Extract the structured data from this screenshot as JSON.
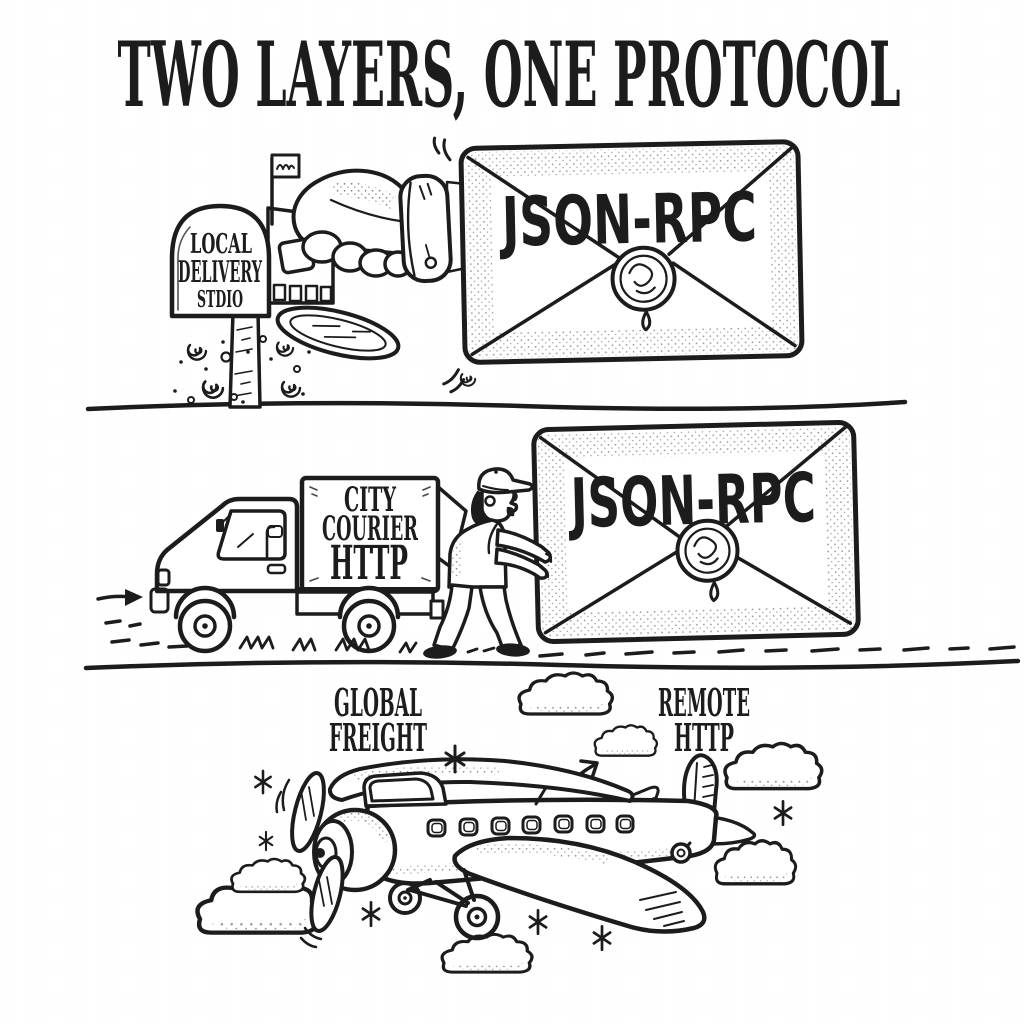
{
  "title": "TWO LAYERS, ONE PROTOCOL",
  "colors": {
    "ink": "#1c1c1c",
    "paper": "#ffffff"
  },
  "panel_local": {
    "mailbox": {
      "line1": "LOCAL",
      "line2": "DELIVERY",
      "line3": "STDIO"
    },
    "envelope_label": "JSON-RPC"
  },
  "panel_city": {
    "truck": {
      "line1": "CITY",
      "line2": "COURIER",
      "line3": "HTTP"
    },
    "envelope_label": "JSON-RPC"
  },
  "panel_global": {
    "left_label": {
      "line1": "GLOBAL",
      "line2": "FREIGHT"
    },
    "right_label": {
      "line1": "REMOTE",
      "line2": "HTTP"
    }
  }
}
